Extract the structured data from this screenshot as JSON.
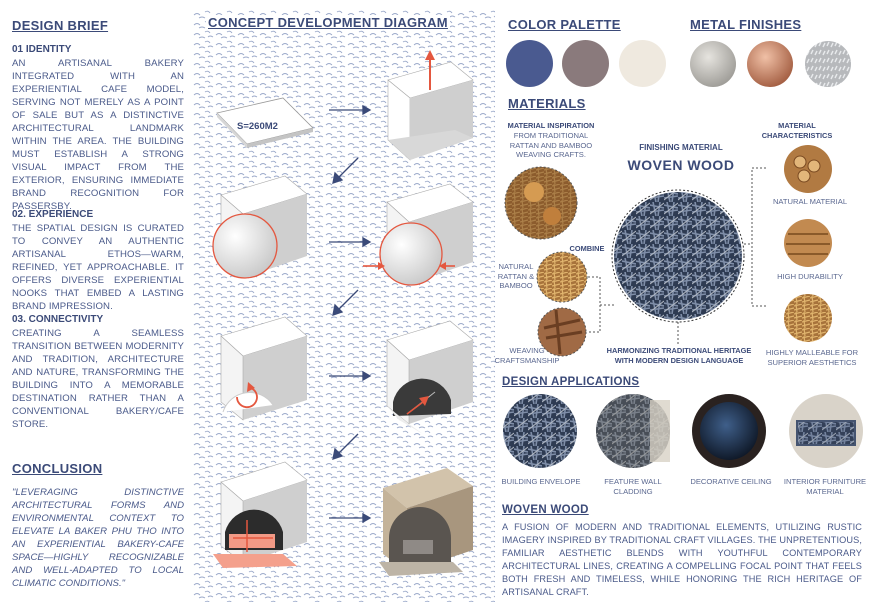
{
  "brief": {
    "heading": "DESIGN BRIEF",
    "identity_title": "01  IDENTITY",
    "identity_text": "An artisanal bakery integrated with an experiential cafe model, serving not merely as a point of sale but as a distinctive architectural landmark within the area. The building must establish a strong visual impact from the exterior, ensuring immediate brand recognition for passersby.",
    "experience_title": "02. EXPERIENCE",
    "experience_text": "The spatial design is curated to convey an authentic artisanal ethos—warm, refined, yet approachable. It offers diverse experiential nooks that embed a lasting brand impression.",
    "connectivity_title": "03. CONNECTIVITY",
    "connectivity_text": "Creating a seamless transition between modernity and tradition, architecture and nature, transforming the building into a memorable destination rather than a conventional bakery/cafe store."
  },
  "conclusion": {
    "heading": "CONCLUSION",
    "text": "\"Leveraging distinctive architectural forms and environmental context to elevate La Baker Phu Tho into an experiential bakery-cafe space—highly recognizable and well-adapted to local climatic conditions.\""
  },
  "concept": {
    "heading": "CONCEPT DEVELOPMENT DIAGRAM",
    "area_label": "S=260M2"
  },
  "palette": {
    "heading": "COLOR PALETTE",
    "colors": [
      "#4a5a90",
      "#8a7a7c",
      "#efe9df"
    ]
  },
  "metal": {
    "heading": "METAL FINISHES",
    "swatches": [
      "brushed-steel",
      "copper",
      "diamond-plate"
    ]
  },
  "materials": {
    "heading": "MATERIALS",
    "inspiration_title": "MATERIAL INSPIRATION",
    "inspiration_text": "FROM TRADITIONAL RATTAN AND BAMBOO WEAVING CRAFTS.",
    "finishing_title": "FINISHING MATERIAL",
    "finishing_name": "WOVEN WOOD",
    "characteristics_title": "MATERIAL CHARACTERISTICS",
    "combine": "COMBINE",
    "rattan": "NATURAL RATTAN & BAMBOO",
    "weaving": "WEAVING CRAFTSMANSHIP",
    "harmonizing": "HARMONIZING TRADITIONAL HERITAGE WITH MODERN DESIGN LANGUAGE",
    "natural": "NATURAL MATERIAL",
    "durability": "HIGH DURABILITY",
    "malleable": "HIGHLY MALLEABLE FOR SUPERIOR AESTHETICS"
  },
  "applications": {
    "heading": "DESIGN APPLICATIONS",
    "items": [
      "BUILDING ENVELOPE",
      "FEATURE WALL CLADDING",
      "DECORATIVE CEILING",
      "INTERIOR FURNITURE MATERIAL"
    ]
  },
  "woven": {
    "heading": "WOVEN WOOD",
    "text": "A fusion of modern and traditional elements, utilizing rustic imagery inspired by traditional craft villages. The unpretentious, familiar aesthetic blends with youthful contemporary architectural lines, creating a compelling focal point that feels both fresh and timeless, while honoring the rich heritage of artisanal craft."
  }
}
